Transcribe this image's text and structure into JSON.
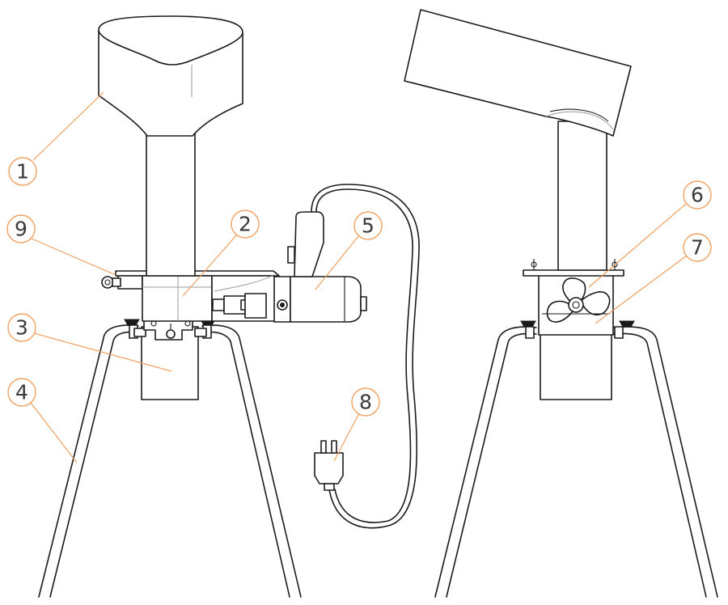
{
  "accent_color": "#f0a060",
  "line_color": "#1a1a1a",
  "callouts": [
    {
      "id": "1",
      "label": "1"
    },
    {
      "id": "2",
      "label": "2"
    },
    {
      "id": "3",
      "label": "3"
    },
    {
      "id": "4",
      "label": "4"
    },
    {
      "id": "5",
      "label": "5"
    },
    {
      "id": "6",
      "label": "6"
    },
    {
      "id": "7",
      "label": "7"
    },
    {
      "id": "8",
      "label": "8"
    },
    {
      "id": "9",
      "label": "9"
    }
  ]
}
